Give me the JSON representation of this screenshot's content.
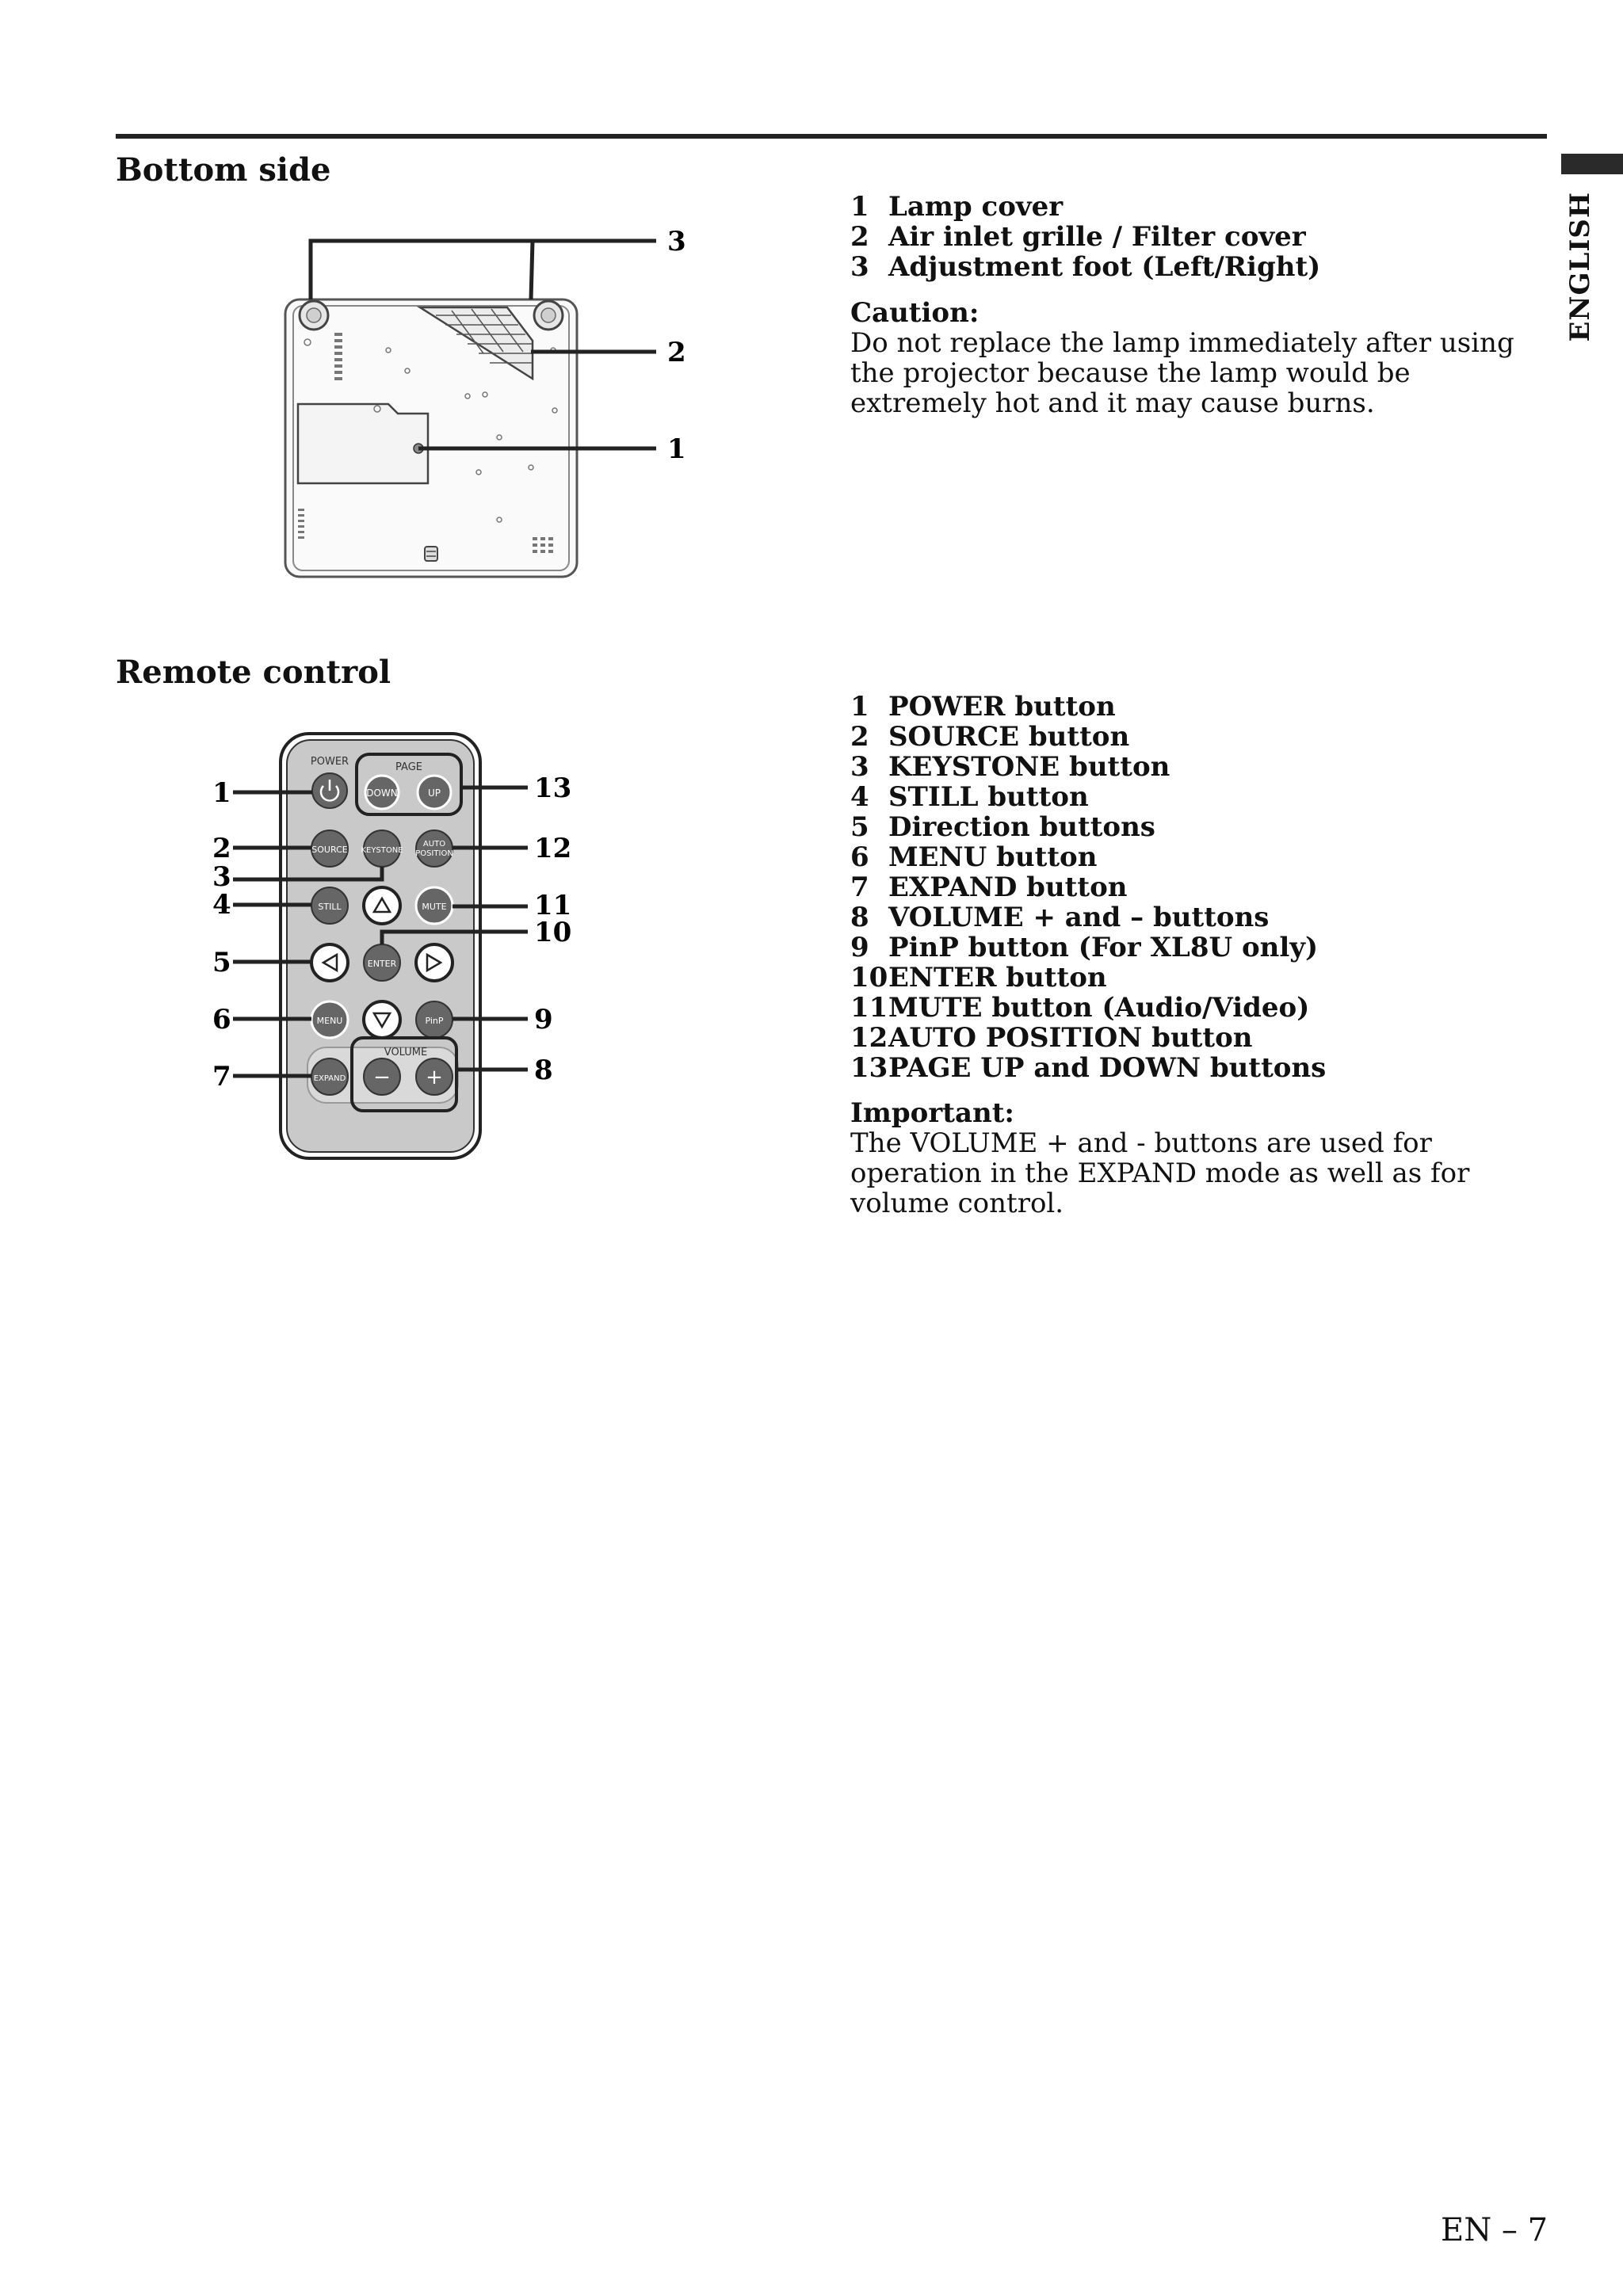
{
  "sidebar": {
    "language": "ENGLISH"
  },
  "bottom_side": {
    "title": "Bottom side",
    "callouts": [
      "1",
      "2",
      "3"
    ],
    "items": [
      {
        "num": "1",
        "label": "Lamp cover"
      },
      {
        "num": "2",
        "label": "Air inlet grille / Filter cover"
      },
      {
        "num": "3",
        "label": "Adjustment foot (Left/Right)"
      }
    ],
    "caution_title": "Caution:",
    "caution_text": "Do not replace the lamp immediately after using the projector because the lamp would be extremely hot and it may cause burns."
  },
  "remote_control": {
    "title": "Remote control",
    "callouts": [
      "1",
      "2",
      "3",
      "4",
      "5",
      "6",
      "7",
      "8",
      "9",
      "10",
      "11",
      "12",
      "13"
    ],
    "button_labels": {
      "power": "POWER",
      "page": "PAGE",
      "down": "DOWN",
      "up": "UP",
      "source": "SOURCE",
      "keystone": "KEYSTONE",
      "auto": "AUTO",
      "position": "POSITION",
      "still": "STILL",
      "mute": "MUTE",
      "enter": "ENTER",
      "menu": "MENU",
      "pinp": "PinP",
      "volume": "VOLUME",
      "expand": "EXPAND",
      "minus": "−",
      "plus": "+"
    },
    "items": [
      {
        "num": "1",
        "label": "POWER button"
      },
      {
        "num": "2",
        "label": "SOURCE button"
      },
      {
        "num": "3",
        "label": "KEYSTONE button"
      },
      {
        "num": "4",
        "label": "STILL button"
      },
      {
        "num": "5",
        "label": "Direction buttons"
      },
      {
        "num": "6",
        "label": "MENU button"
      },
      {
        "num": "7",
        "label": "EXPAND button"
      },
      {
        "num": "8",
        "label": "VOLUME + and – buttons"
      },
      {
        "num": "9",
        "label": "PinP button (For XL8U only)"
      },
      {
        "num": "10",
        "label": "ENTER button"
      },
      {
        "num": "11",
        "label": "MUTE button (Audio/Video)"
      },
      {
        "num": "12",
        "label": "AUTO POSITION button"
      },
      {
        "num": "13",
        "label": "PAGE UP and DOWN buttons"
      }
    ],
    "important_title": "Important:",
    "important_text": "The VOLUME + and - buttons are used for operation in the EXPAND mode as well as for volume control."
  },
  "footer": {
    "page_number": "EN – 7"
  }
}
